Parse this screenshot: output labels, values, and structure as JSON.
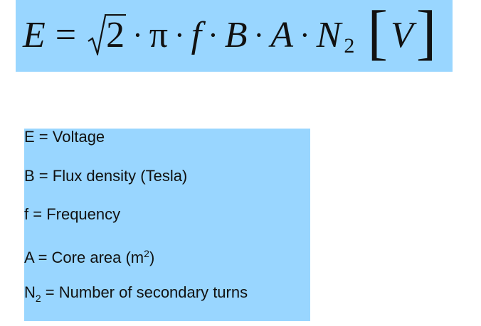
{
  "formula": {
    "lhs": "E",
    "equals": "=",
    "radicand": "2",
    "dot": "·",
    "pi": "π",
    "f": "f",
    "B": "B",
    "A": "A",
    "N": "N",
    "N_sub": "2",
    "bracket_open": "[",
    "unit": "V",
    "bracket_close": "]"
  },
  "legend": {
    "items": [
      {
        "symbol": "E",
        "text": " = Voltage"
      },
      {
        "symbol": "B",
        "text": " = Flux density (Tesla)"
      },
      {
        "symbol": "f",
        "text": " = Frequency"
      },
      {
        "symbol": "A",
        "text": " = Core area (m",
        "sup": "2",
        "after": ")"
      },
      {
        "symbol": "N",
        "sub": "2",
        "text": " = Number of secondary turns"
      }
    ]
  },
  "colors": {
    "box_background": "#99d6ff",
    "text": "#111111"
  }
}
